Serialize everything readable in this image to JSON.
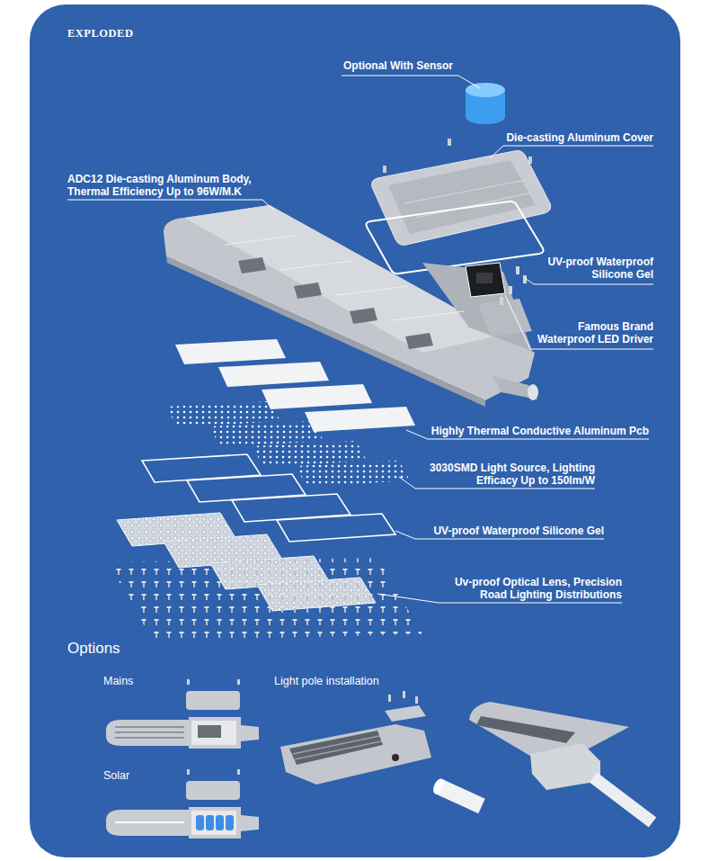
{
  "diagram": {
    "title": "EXPLODED",
    "labels": [
      "Optional With Sensor",
      "Die-casting Aluminum Cover",
      "ADC12 Die-casting Aluminum Body, Thermal Efficiency Up to 96W/M.K",
      "UV-proof Waterproof Silicone Gel",
      "Famous Brand Waterproof LED Driver",
      "Highly Thermal Conductive Aluminum Pcb",
      "3030SMD Light Source, Lighting Efficacy Up to 150lm/W",
      "UV-proof Waterproof Silicone Gel",
      "Uv-proof Optical Lens, Precision Road Lighting Distributions",
      "Options",
      "Mains",
      "Light pole installation",
      "Solar"
    ]
  }
}
